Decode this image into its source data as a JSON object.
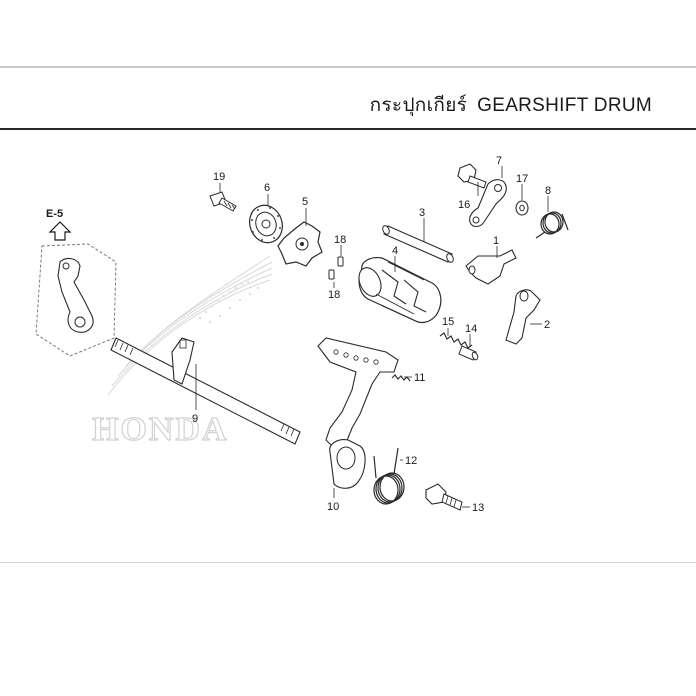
{
  "header": {
    "title_thai": "กระปุกเกียร์",
    "title_en": "GEARSHIFT DRUM"
  },
  "reference": {
    "label": "E-5"
  },
  "watermark": {
    "text": "HONDA"
  },
  "callouts": {
    "c1": "1",
    "c2": "2",
    "c3": "3",
    "c4": "4",
    "c5": "5",
    "c6": "6",
    "c7": "7",
    "c8": "8",
    "c9": "9",
    "c10": "10",
    "c11": "11",
    "c12": "12",
    "c13": "13",
    "c14": "14",
    "c15": "15",
    "c16": "16",
    "c17": "17",
    "c18a": "18",
    "c18b": "18",
    "c19": "19"
  }
}
